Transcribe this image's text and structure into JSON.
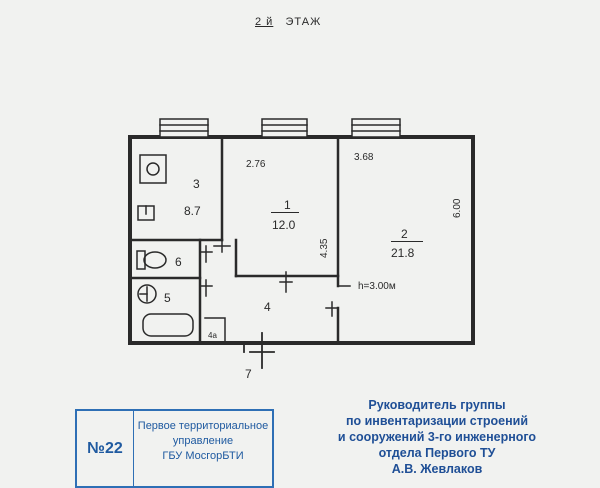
{
  "header": {
    "floor_number": "2 й",
    "floor_word": "ЭТАЖ"
  },
  "rooms": [
    {
      "id": "room-1",
      "number": "1",
      "area": "12.0"
    },
    {
      "id": "room-2",
      "number": "2",
      "area": "21.8"
    },
    {
      "id": "room-3",
      "number": "3",
      "area": "8.7"
    },
    {
      "id": "room-4",
      "number": "4"
    },
    {
      "id": "room-5",
      "number": "5"
    },
    {
      "id": "room-6",
      "number": "6"
    },
    {
      "id": "room-7",
      "number": "7"
    }
  ],
  "dimensions": {
    "room1_width": "2.76",
    "room2_width": "3.68",
    "room1_length": "4.35",
    "room2_length": "6.00",
    "ceiling_height": "h=3.00м",
    "niche": "4а"
  },
  "stamp": {
    "number": "№22",
    "lines": [
      "Первое территориальное",
      "управление",
      "ГБУ МосгорБТИ"
    ]
  },
  "signature": {
    "lines": [
      "Руководитель группы",
      "по инвентаризации строений",
      "и сооружений 3-го инженерного",
      "отдела Первого ТУ",
      "А.В. Жевлаков"
    ]
  },
  "colors": {
    "ink": "#2a2a2a",
    "stamp_blue": "#2e6fb5",
    "sign_blue": "#1f4f96",
    "paper": "#f1f2f0"
  }
}
